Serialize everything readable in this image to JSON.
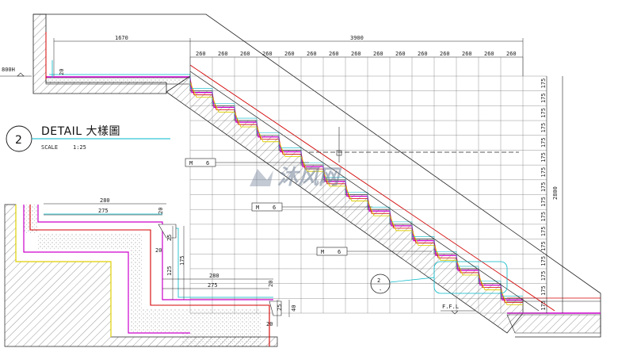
{
  "detail": {
    "number": "2",
    "title": "DETAIL 大樣圖",
    "scale_label": "SCALE",
    "scale_value": "1:25"
  },
  "dimensions": {
    "top_left": "1670",
    "top_total": "3900",
    "tread": "260",
    "tread_count": 15,
    "riser": "175",
    "riser_count": 16,
    "total_height": "2800",
    "landing_thickness": "20"
  },
  "labels": {
    "upper_level": "800H",
    "ffl": "F.F.L",
    "section_tag": "M",
    "section_num": "6"
  },
  "callout": {
    "number": "2",
    "sub": "-"
  },
  "enlarged": {
    "dim_280_top": "280",
    "dim_275_top": "275",
    "dim_280_mid": "280",
    "dim_275_mid": "275",
    "dim_20a": "20",
    "dim_25": "25",
    "dim_20b": "20",
    "dim_125": "125",
    "dim_175": "175",
    "dim_20c": "20",
    "dim_25b": "25",
    "dim_40": "40",
    "dim_20d": "20"
  },
  "watermark": {
    "text": "沐风网"
  },
  "colors": {
    "finish_magenta": "#cc00cc",
    "rail_red": "#d40000",
    "cyan": "#00b8c8",
    "yellow": "#e0d000",
    "line": "#222222"
  }
}
